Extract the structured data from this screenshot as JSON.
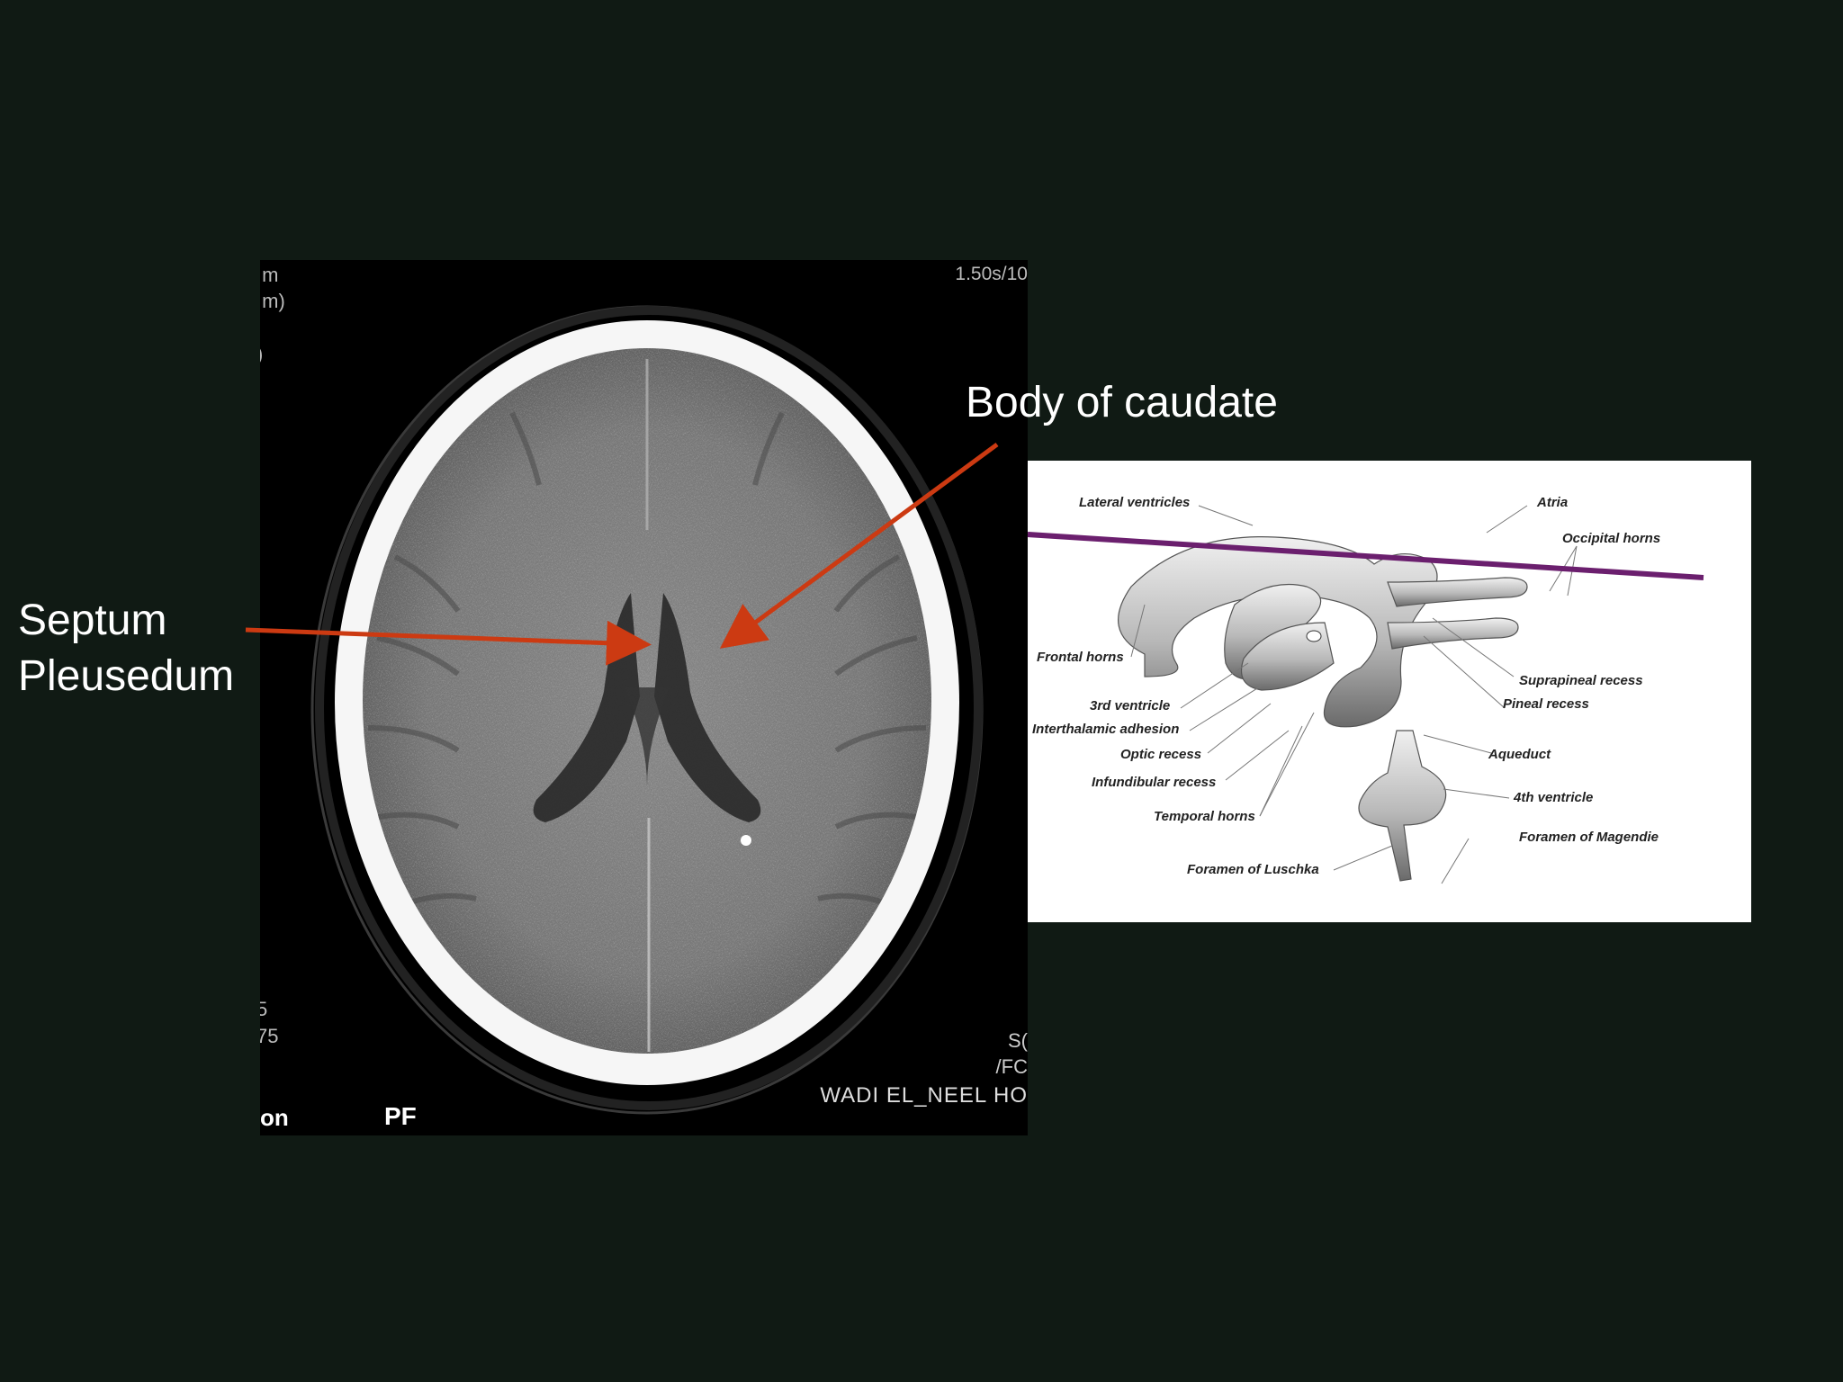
{
  "annotations": {
    "body_of_caudate": "Body of caudate",
    "septum_line1": "Septum",
    "septum_line2": "Pleusedum"
  },
  "ct_overlay": {
    "top_left_1": "ım",
    "top_left_2": "ım)",
    "top_left_3": ")",
    "top_right": "1.50s/10",
    "bottom_left_1": "5",
    "bottom_left_2": "75",
    "bottom_left_3": "on",
    "pf": "PF",
    "bottom_right_1": "S(",
    "bottom_right_2": "/FC",
    "bottom_right_3": "WADI EL_NEEL HO"
  },
  "diagram_labels": {
    "lateral_ventricles": "Lateral ventricles",
    "atria": "Atria",
    "occipital_horns": "Occipital horns",
    "frontal_horns": "Frontal horns",
    "suprapineal_recess": "Suprapineal recess",
    "pineal_recess": "Pineal recess",
    "third_ventricle": "3rd ventricle",
    "interthalamic_adhesion": "Interthalamic adhesion",
    "optic_recess": "Optic recess",
    "aqueduct": "Aqueduct",
    "infundibular_recess": "Infundibular recess",
    "fourth_ventricle": "4th ventricle",
    "temporal_horns": "Temporal horns",
    "foramen_magendie": "Foramen of Magendie",
    "foramen_luschka": "Foramen of Luschka"
  },
  "colors": {
    "background": "#101a14",
    "arrow": "#cc3a12",
    "plane_line": "#6b1f6e",
    "label_text": "#ffffff"
  }
}
